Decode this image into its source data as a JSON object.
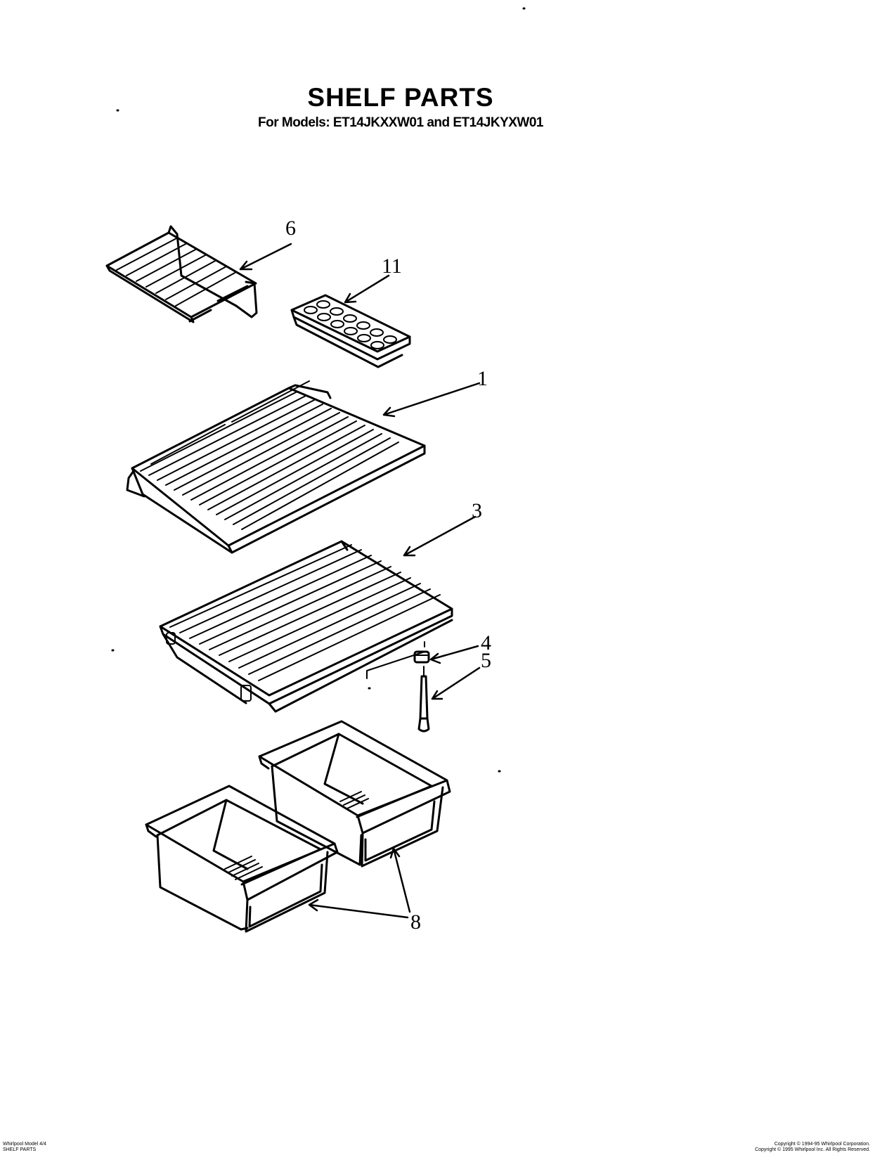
{
  "header": {
    "title": "SHELF PARTS",
    "subtitle": "For Models: ET14JKXXW01 and ET14JKYXW01"
  },
  "callouts": {
    "c6": "6",
    "c11": "11",
    "c1": "1",
    "c3": "3",
    "c4": "4",
    "c5": "5",
    "c8": "8"
  },
  "footer": {
    "left_line1": "Whirlpool Model 4/4",
    "left_line2": "SHELF PARTS",
    "right_line1": "Copyright © 1994-95 Whirlpool Corporation.",
    "right_line2": "Copyright © 1995 Whirlpool Inc. All Rights Reserved."
  }
}
